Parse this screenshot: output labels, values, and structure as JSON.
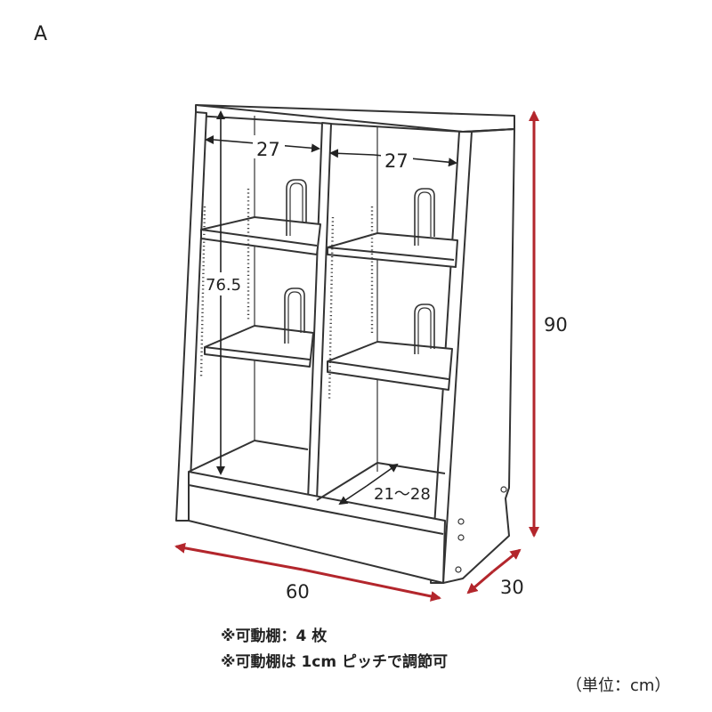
{
  "figure_label": "A",
  "dimensions": {
    "width": "60",
    "depth": "30",
    "height": "90",
    "inner_height": "76.5",
    "compartment_width_left": "27",
    "compartment_width_right": "27",
    "inner_depth": "21〜28"
  },
  "notes": [
    "※可動棚：4 枚",
    "※可動棚は 1cm ピッチで調節可"
  ],
  "unit_label": "（単位：cm）",
  "colors": {
    "outline": "#333333",
    "dimension_red": "#b3262c",
    "dimension_black": "#222222"
  }
}
